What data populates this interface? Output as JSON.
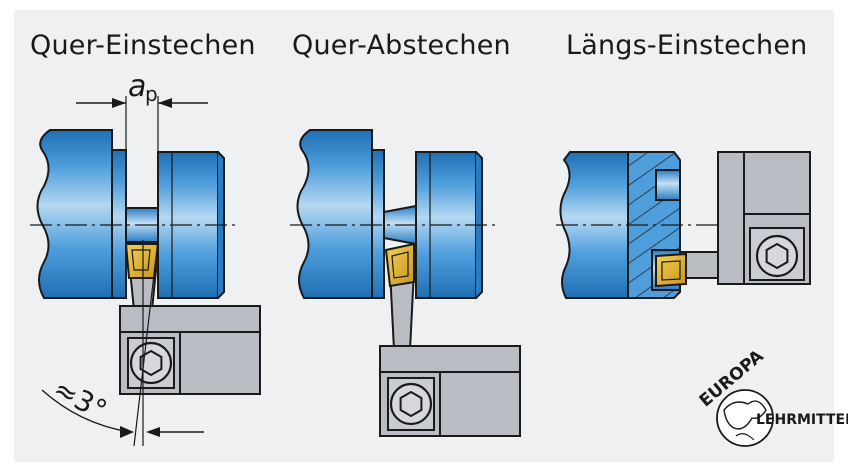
{
  "titles": {
    "cross_grooving": "Quer-Einstechen",
    "parting_off": "Quer-Abstechen",
    "longitudinal_grooving": "Längs-Einstechen"
  },
  "dimensions": {
    "ap_symbol": "a",
    "ap_subscript": "p",
    "angle_label": "≈3°"
  },
  "logo": {
    "top_text": "EUROPA",
    "side_text": "LEHRMITTEL"
  },
  "colors": {
    "panel_bg": "#eef0f2",
    "workpiece_light": "#b5d8f1",
    "workpiece_mid": "#4f9edc",
    "workpiece_dark": "#1f6fb4",
    "insert": "#e3b526",
    "holder": "#b9bcc3",
    "outline": "#1a1a1a"
  }
}
